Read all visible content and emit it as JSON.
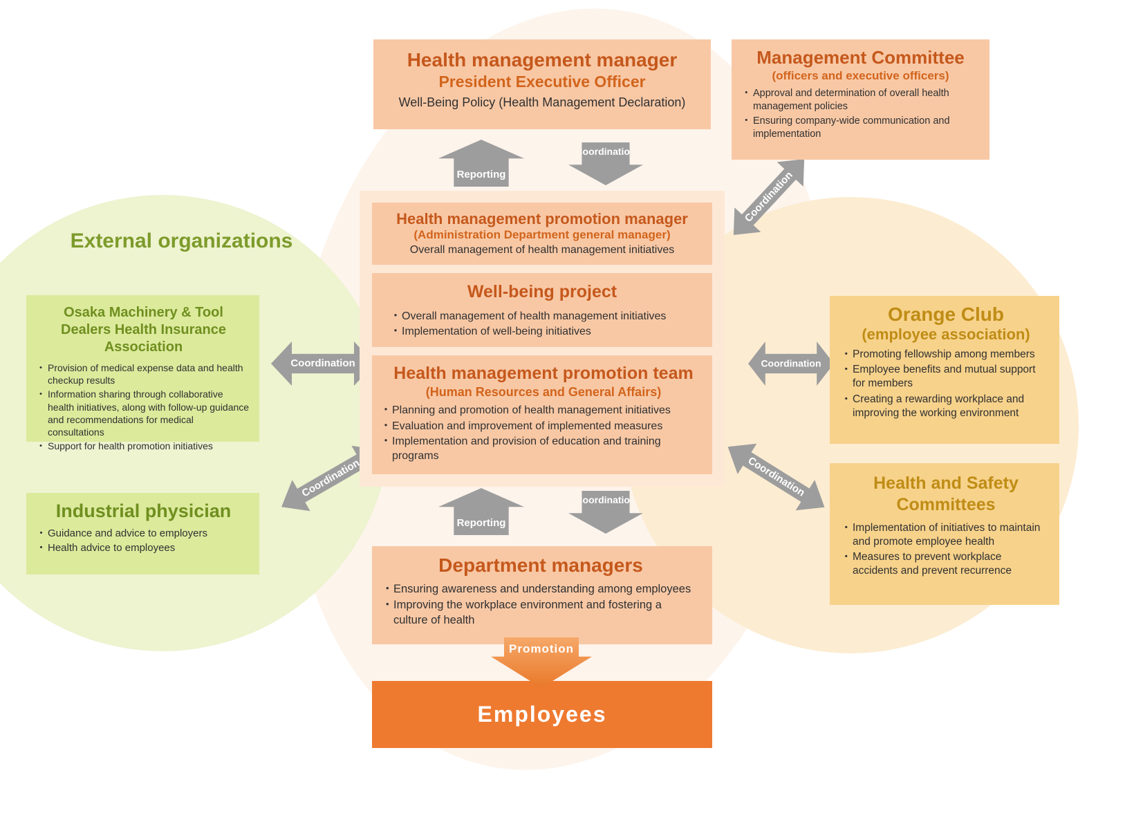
{
  "palette": {
    "box_orange": "#f8c8a5",
    "panel_peach": "#fde8d6",
    "blob_cream": "#fdf4ec",
    "circle_green": "#eef3d0",
    "circle_peach": "#fcecd1",
    "box_green": "#dcea9c",
    "box_amber": "#f7d28b",
    "title_burnt_orange": "#c5581c",
    "title_orange": "#d2641c",
    "title_green": "#6f8f1f",
    "title_amber": "#bf8c15",
    "employees_orange": "#ee7a30",
    "arrow_gray": "#9d9d9d"
  },
  "top_box": {
    "title": "Health management manager",
    "subtitle": "President Executive Officer",
    "body": "Well-Being Policy (Health Management Declaration)"
  },
  "management_committee": {
    "title": "Management Committee",
    "subtitle": "(officers and executive officers)",
    "bullets": [
      "Approval and determination of overall health management policies",
      "Ensuring company-wide communication and implementation"
    ]
  },
  "promotion_manager": {
    "title": "Health management promotion manager",
    "subtitle": "(Administration Department general manager)",
    "body": "Overall management of health management initiatives"
  },
  "wellbeing_project": {
    "title": "Well-being project",
    "bullets": [
      "Overall management of health management initiatives",
      "Implementation of well-being initiatives"
    ]
  },
  "promotion_team": {
    "title": "Health management promotion team",
    "subtitle": "(Human Resources and General Affairs)",
    "bullets": [
      "Planning and promotion of health management initiatives",
      "Evaluation and improvement of implemented measures",
      "Implementation and provision of education and training programs"
    ]
  },
  "external": {
    "title": "External organizations"
  },
  "osaka": {
    "title": "Osaka Machinery & Tool Dealers Health Insurance Association",
    "bullets": [
      "Provision of medical expense data and health checkup results",
      "Information sharing through collaborative health initiatives, along with follow-up guidance and recommendations for medical consultations",
      "Support for health promotion initiatives"
    ]
  },
  "physician": {
    "title": "Industrial physician",
    "bullets": [
      "Guidance and advice to employers",
      "Health advice to employees"
    ]
  },
  "orange_club": {
    "title": "Orange Club",
    "subtitle": "(employee association)",
    "bullets": [
      "Promoting fellowship among members",
      "Employee benefits and mutual support for members",
      "Creating a rewarding workplace and improving the working environment"
    ]
  },
  "safety_committee": {
    "title": "Health and Safety Committees",
    "bullets": [
      "Implementation of initiatives to maintain and promote employee health",
      "Measures to prevent workplace accidents and prevent recurrence"
    ]
  },
  "department_managers": {
    "title": "Department managers",
    "bullets": [
      "Ensuring awareness and understanding among employees",
      "Improving the workplace environment and fostering a culture of health"
    ]
  },
  "employees": {
    "title": "Employees"
  },
  "arrows": {
    "reporting": "Reporting",
    "coordination": "Coordination",
    "promotion": "Promotion"
  }
}
